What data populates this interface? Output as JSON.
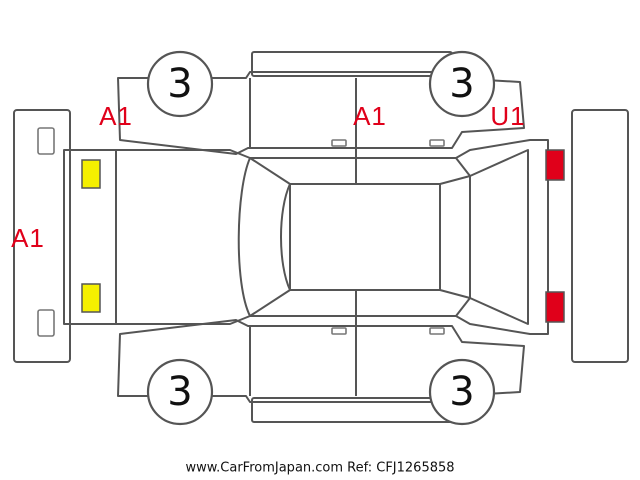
{
  "damage_codes": {
    "front_left": "A1",
    "front_bumper": "A1",
    "roof_right": "A1",
    "rear_right": "U1"
  },
  "wheels": {
    "front_left": "3",
    "rear_left": "3",
    "front_right": "3",
    "rear_right": "3"
  },
  "lamp_colors": {
    "front": "#f5f000",
    "rear": "#e0001a"
  },
  "footer": "www.CarFromJapan.com Ref: CFJ1265858"
}
